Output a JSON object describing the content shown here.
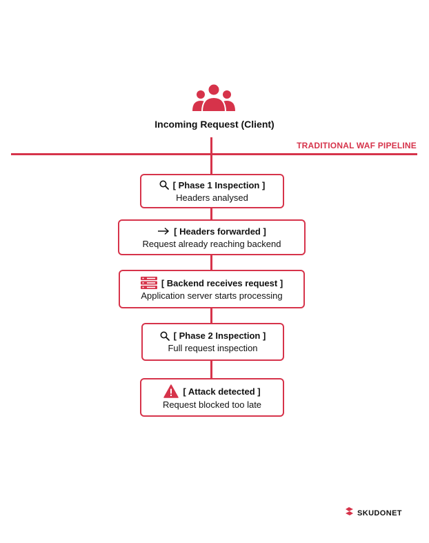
{
  "client": {
    "label": "Incoming Request (Client)"
  },
  "pipeline": {
    "label": "TRADITIONAL WAF PIPELINE"
  },
  "steps": [
    {
      "icon": "search-icon",
      "title": "[ Phase 1 Inspection ]",
      "subtitle": "Headers analysed"
    },
    {
      "icon": "arrow-right-icon",
      "title": "[ Headers forwarded ]",
      "subtitle": "Request already reaching backend"
    },
    {
      "icon": "server-icon",
      "title": "[ Backend receives request ]",
      "subtitle": "Application server starts processing"
    },
    {
      "icon": "search-icon",
      "title": "[ Phase 2 Inspection ]",
      "subtitle": "Full request inspection"
    },
    {
      "icon": "warning-icon",
      "title": "[ Attack detected ]",
      "subtitle": "Request blocked too late"
    }
  ],
  "logo": {
    "text": "SKUDONET"
  },
  "colors": {
    "accent": "#d6334a",
    "text": "#111111",
    "background": "#ffffff"
  }
}
